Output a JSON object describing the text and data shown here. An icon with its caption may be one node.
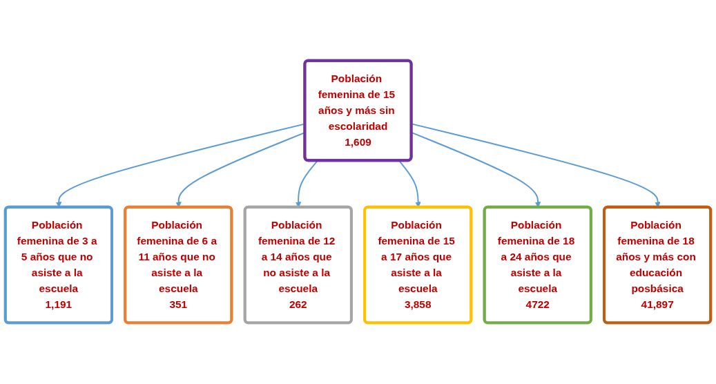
{
  "diagram": {
    "nodes": [
      {
        "text": [
          "Población femenina de 6 a 11 años que no asiste a la escuela",
          "351"
        ]
      },
      {
        "text": [
          "Población femenina de 12 a 14 años que no asiste a la escuela",
          "262"
        ]
      },
      {
        "text": [
          "Población femenina de 3 a 5 años que no asiste a la escuela",
          "1,191"
        ]
      },
      {
        "text": [
          "Población femenina de 15 a 17 años que asiste a la escuela",
          "3,858"
        ]
      },
      {
        "text": [
          "Población femenina de 18 a 24 años que asiste a la escuela",
          "4722"
        ]
      },
      {
        "text": [
          "Población femenina de 15 años y más sin escolaridad",
          "1,609"
        ]
      },
      {
        "text": [
          "Población femenina de 18 años y más con educación posbásica",
          "41,897"
        ]
      }
    ],
    "edges": [
      {
        "from": 5,
        "to": 2,
        "arrow": "to"
      },
      {
        "from": 5,
        "to": 0,
        "arrow": "to"
      },
      {
        "from": 5,
        "to": 1,
        "arrow": "to"
      },
      {
        "from": 5,
        "to": 3,
        "arrow": "to"
      },
      {
        "from": 5,
        "to": 4,
        "arrow": "to"
      },
      {
        "from": 5,
        "to": 6,
        "arrow": "to"
      }
    ]
  }
}
